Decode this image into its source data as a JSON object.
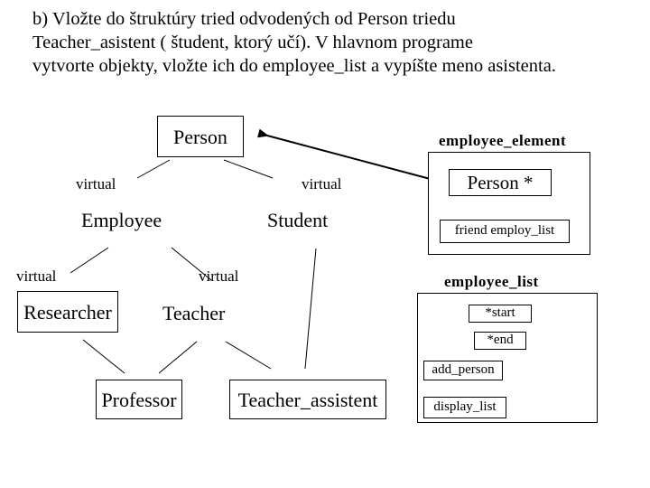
{
  "task_text": {
    "line1": "b) Vložte do štruktúry tried odvodených od Person triedu",
    "line2": "Teacher_asistent ( študent, ktorý učí). V hlavnom programe",
    "line3": "vytvorte objekty, vložte ich do employee_list a vypíšte meno asistenta."
  },
  "hierarchy": {
    "person": "Person",
    "employee": "Employee",
    "student": "Student",
    "researcher": "Researcher",
    "teacher": "Teacher",
    "professor": "Professor",
    "teacher_assistent": "Teacher_assistent",
    "virtual_labels": [
      "virtual",
      "virtual",
      "virtual",
      "virtual"
    ]
  },
  "employee_element": {
    "title": "employee_element",
    "person_ptr": "Person *",
    "friend": "friend employ_list"
  },
  "employee_list": {
    "title": "employee_list",
    "start": "*start",
    "end": "*end",
    "add_person": "add_person",
    "display_list": "display_list"
  }
}
